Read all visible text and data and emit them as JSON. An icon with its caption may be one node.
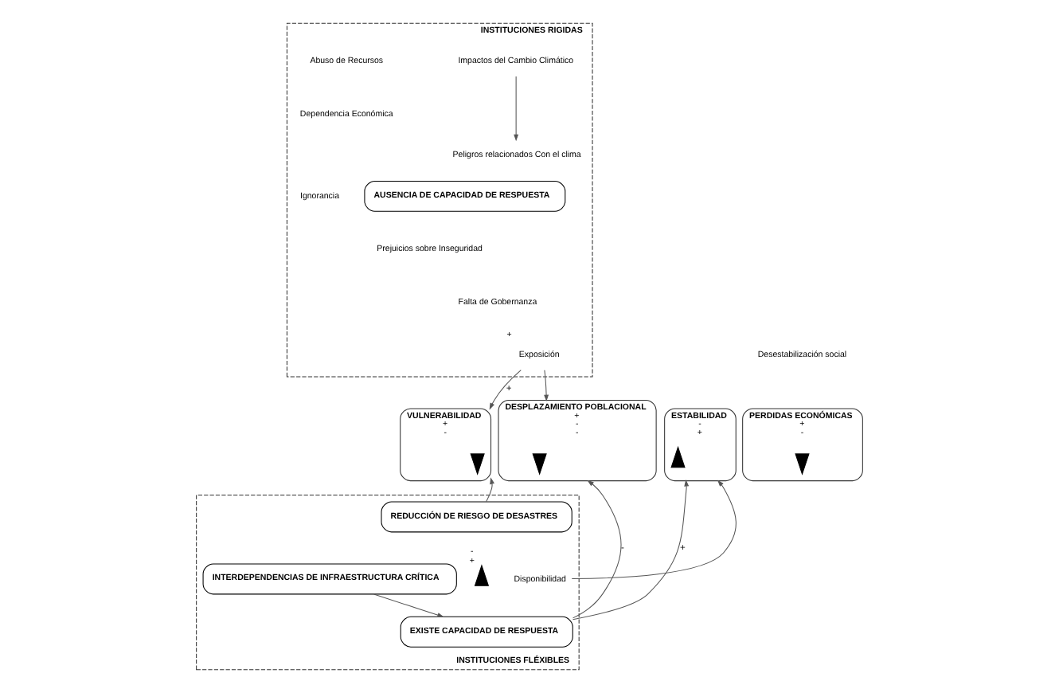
{
  "diagram": {
    "nodes": [
      {
        "text": [
          "INSTITUCIONES RIGIDAS"
        ]
      },
      {
        "text": [
          "Impactos del Cambio Climático"
        ],
        "in": 0
      },
      {
        "text": [
          "Peligros relacionados Con el clima"
        ],
        "in": 0
      },
      {
        "text": [
          "AUSENCIA DE CAPACIDAD DE RESPUESTA"
        ],
        "in": 0
      },
      {
        "text": [
          "Exposición"
        ],
        "in": 0,
        "beside": [
          "+"
        ]
      },
      {
        "text": [
          "VULNERABILIDAD",
          "+",
          "-"
        ]
      },
      {
        "text": [],
        "shape": "invtriangle",
        "in": 5
      },
      {
        "text": [
          "ESTABILIDAD",
          "-",
          "+"
        ]
      },
      {
        "text": [],
        "shape": "triangle",
        "in": 7
      },
      {
        "text": [
          "DESPLAZAMIENTO POBLACIONAL",
          "+",
          "-",
          "-"
        ]
      },
      {
        "text": [],
        "shape": "invtriangle",
        "in": 9
      },
      {
        "text": [
          "PERDIDAS ECONÓMICAS",
          "+",
          "-"
        ]
      },
      {
        "text": [],
        "shape": "invtriangle",
        "in": 11
      },
      {
        "text": [
          "INSTITUCIONES FLÉXIBLES"
        ]
      },
      {
        "text": [
          "REDUCCIÓN DE RIESGO DE DESASTRES"
        ],
        "in": 13
      },
      {
        "text": [
          "EXISTE CAPACIDAD DE RESPUESTA"
        ],
        "in": 13
      },
      {
        "text": [
          "Disponibilidad"
        ],
        "in": 13
      },
      {
        "text": [],
        "shape": "triangle",
        "in": 13,
        "beside": [
          "-",
          "+"
        ]
      },
      {
        "text": [
          "INTERDEPENDENCIAS DE INFRAESTRUCTURA CRÍTICA"
        ],
        "in": 13
      }
    ],
    "edges": [
      {
        "from": 1,
        "to": 2,
        "arrow": "to"
      },
      {
        "from": 4,
        "to": 5,
        "arrow": "to",
        "label": "+"
      },
      {
        "from": 4,
        "to": 9,
        "arrow": "to"
      },
      {
        "from": 14,
        "to": 5,
        "arrow": "to"
      },
      {
        "from": 15,
        "to": 7,
        "arrow": "to",
        "label": "+"
      },
      {
        "from": 15,
        "to": 9,
        "arrow": "to",
        "label": "-"
      },
      {
        "from": 16,
        "to": 7,
        "arrow": "to"
      },
      {
        "from": 18,
        "to": 15,
        "arrow": "to"
      }
    ],
    "labels": [
      "Abuso de Recursos",
      "Dependencia Económica",
      "Ignorancia",
      "Prejuicios sobre Inseguridad",
      "Falta de Gobernanza",
      "Desestabilización social"
    ]
  }
}
